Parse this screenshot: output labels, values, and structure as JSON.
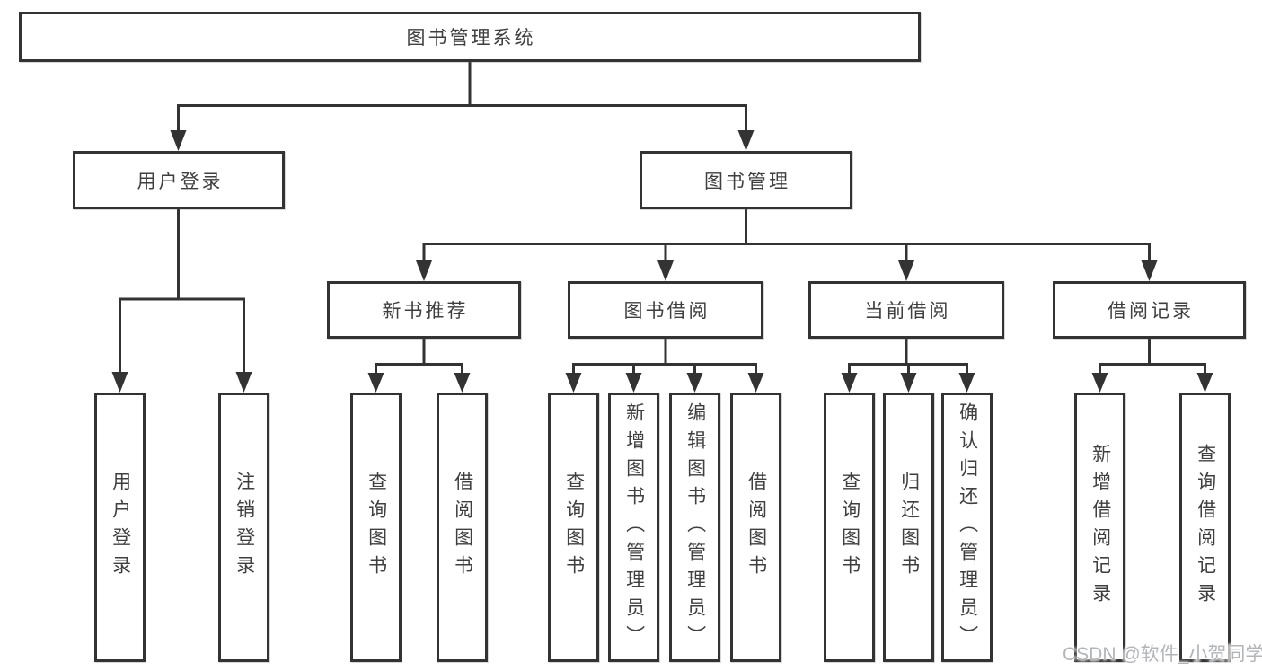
{
  "diagram": {
    "root": {
      "label": "图书管理系统"
    },
    "branches": [
      {
        "label": "用户登录",
        "children": [
          {
            "label": "用户登录"
          },
          {
            "label": "注销登录"
          }
        ]
      },
      {
        "label": "图书管理",
        "children": [
          {
            "label": "新书推荐",
            "children": [
              {
                "label": "查询图书"
              },
              {
                "label": "借阅图书"
              }
            ]
          },
          {
            "label": "图书借阅",
            "children": [
              {
                "label": "查询图书"
              },
              {
                "label": "新增图书（管理员）"
              },
              {
                "label": "编辑图书（管理员）"
              },
              {
                "label": "借阅图书"
              }
            ]
          },
          {
            "label": "当前借阅",
            "children": [
              {
                "label": "查询图书"
              },
              {
                "label": "归还图书"
              },
              {
                "label": "确认归还（管理员）"
              }
            ]
          },
          {
            "label": "借阅记录",
            "children": [
              {
                "label": "新增借阅记录"
              },
              {
                "label": "查询借阅记录"
              }
            ]
          }
        ]
      }
    ]
  },
  "watermark": {
    "text": "CSDN @软件_小贺同学"
  },
  "colors": {
    "line": "#333333",
    "box_text": "#3f3f3f",
    "watermark": "#b2b5b8",
    "background": "#ffffff"
  }
}
